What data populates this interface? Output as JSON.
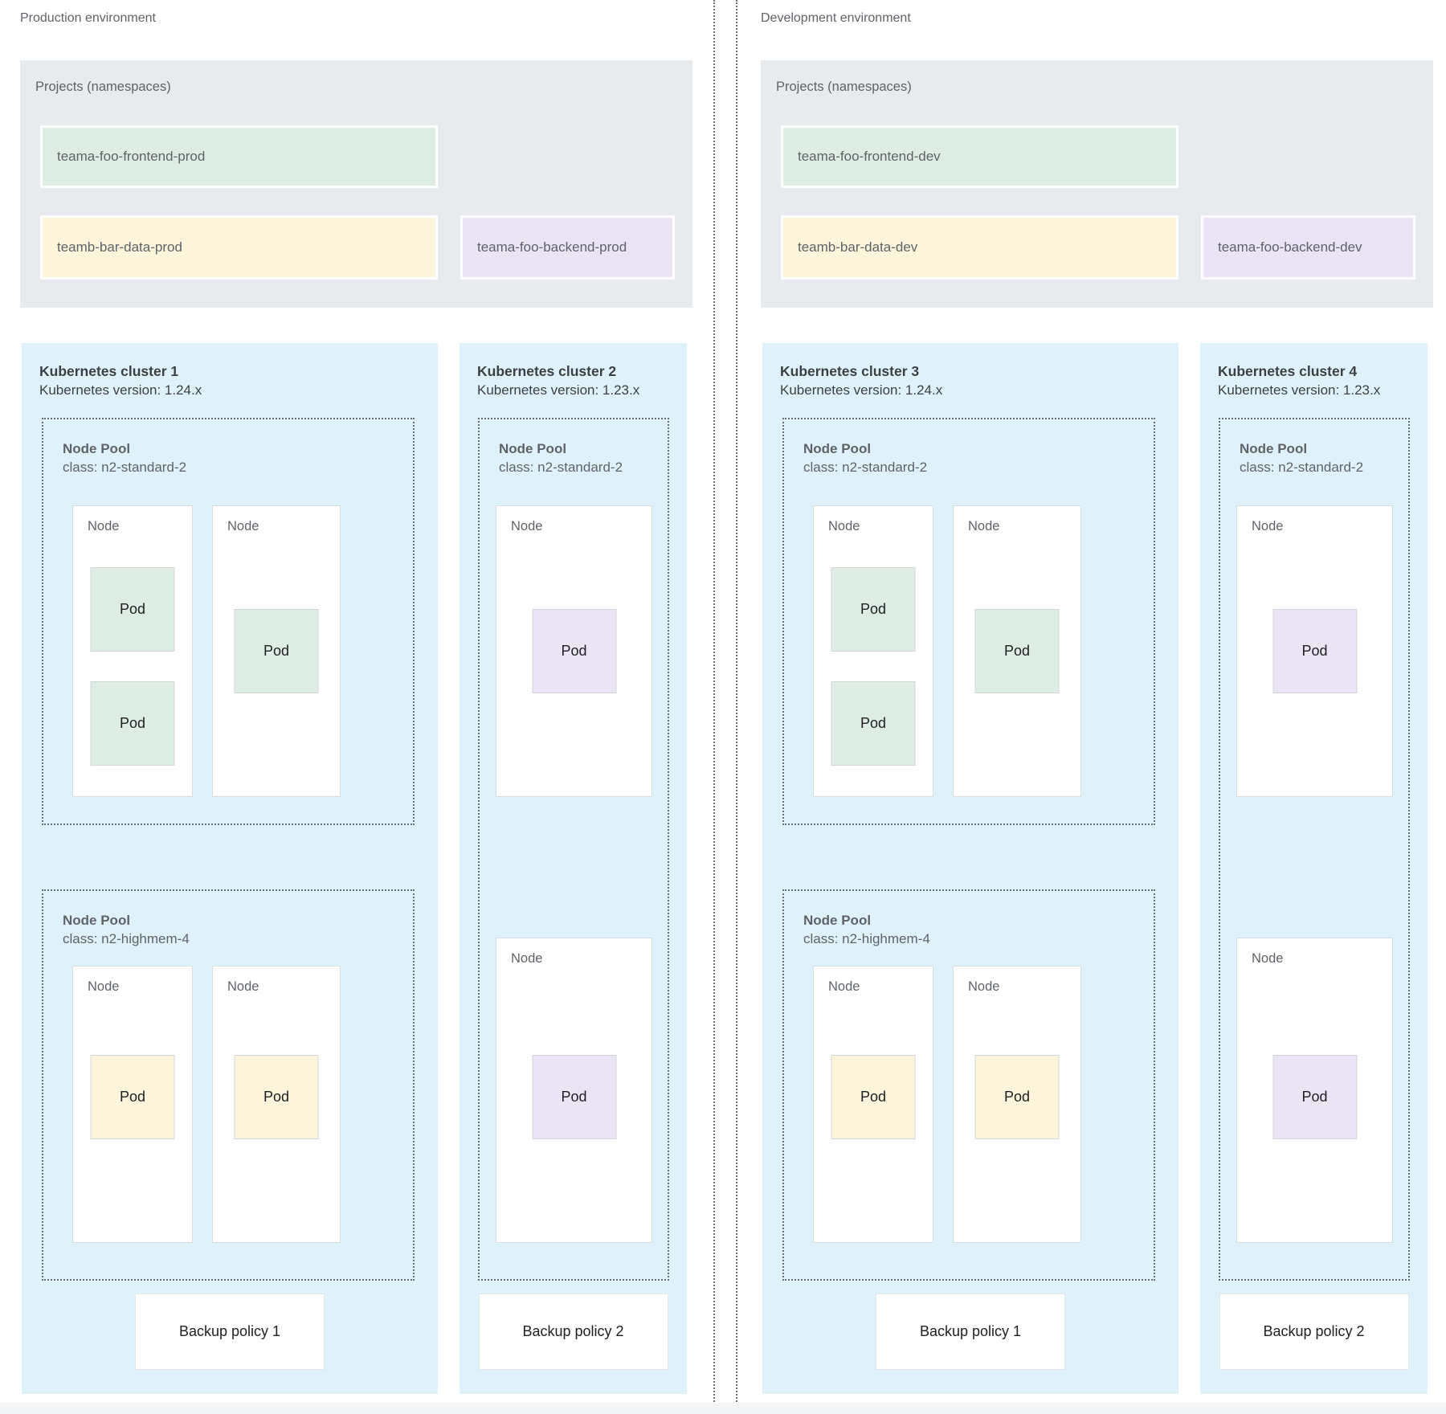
{
  "labels": {
    "node": "Node",
    "pod": "Pod"
  },
  "colors": {
    "cluster_bg": "#dff2fc",
    "projects_bg": "#e8ebee",
    "project_green": "#deede4",
    "project_yellow": "#fcf5dc",
    "project_purple": "#ebe4f4",
    "dotted_border": "#696e72",
    "title_text": "#3c4043",
    "secondary_text": "#5f6368"
  },
  "halves": [
    {
      "env_label": "Production environment",
      "projects": {
        "title": "Projects (namespaces)",
        "items": [
          {
            "label": "teama-foo-frontend-prod",
            "color": "green"
          },
          {
            "label": "teamb-bar-data-prod",
            "color": "yellow"
          },
          {
            "label": "teama-foo-backend-prod",
            "color": "purple"
          }
        ]
      },
      "clusters": [
        {
          "title": "Kubernetes cluster 1",
          "version": "Kubernetes version: 1.24.x",
          "pools": [
            {
              "name": "Node Pool",
              "class": "class: n2-standard-2"
            },
            {
              "name": "Node Pool",
              "class": "class: n2-highmem-4"
            }
          ],
          "backup": "Backup policy 1"
        },
        {
          "title": "Kubernetes cluster 2",
          "version": "Kubernetes version: 1.23.x",
          "pools": [
            {
              "name": "Node Pool",
              "class": "class: n2-standard-2"
            }
          ],
          "backup": "Backup policy 2"
        }
      ]
    },
    {
      "env_label": "Development environment",
      "projects": {
        "title": "Projects (namespaces)",
        "items": [
          {
            "label": "teama-foo-frontend-dev",
            "color": "green"
          },
          {
            "label": "teamb-bar-data-dev",
            "color": "yellow"
          },
          {
            "label": "teama-foo-backend-dev",
            "color": "purple"
          }
        ]
      },
      "clusters": [
        {
          "title": "Kubernetes cluster 3",
          "version": "Kubernetes version: 1.24.x",
          "pools": [
            {
              "name": "Node Pool",
              "class": "class: n2-standard-2"
            },
            {
              "name": "Node Pool",
              "class": "class: n2-highmem-4"
            }
          ],
          "backup": "Backup policy 1"
        },
        {
          "title": "Kubernetes cluster 4",
          "version": "Kubernetes version: 1.23.x",
          "pools": [
            {
              "name": "Node Pool",
              "class": "class: n2-standard-2"
            }
          ],
          "backup": "Backup policy 2"
        }
      ]
    }
  ]
}
